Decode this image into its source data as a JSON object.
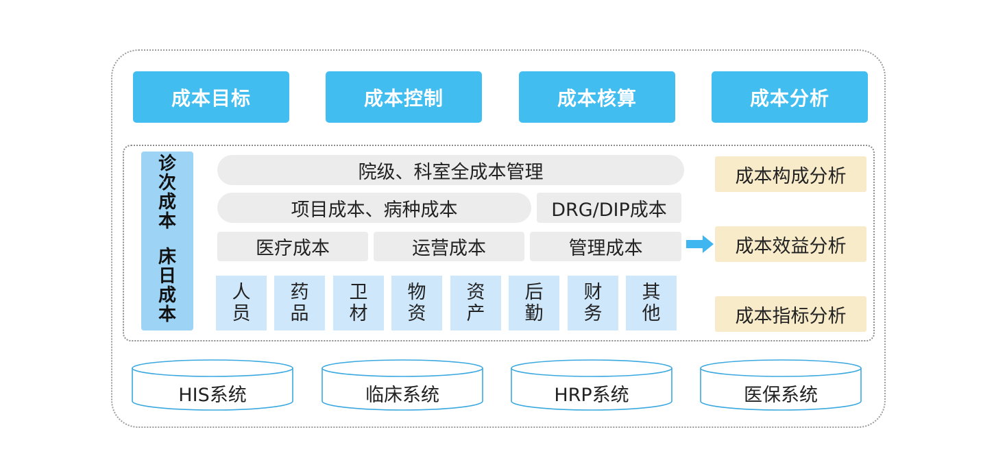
{
  "top_modules": [
    "成本目标",
    "成本控制",
    "成本核算",
    "成本分析"
  ],
  "cost_unit": {
    "group1": [
      "诊",
      "次",
      "成",
      "本"
    ],
    "group2": [
      "床",
      "日",
      "成",
      "本"
    ]
  },
  "management_rows": {
    "hospital": "院级、科室全成本管理",
    "project": "项目成本、病种成本",
    "drg": "DRG/DIP成本",
    "medical": "医疗成本",
    "operation": "运营成本",
    "admin": "管理成本"
  },
  "resources": [
    [
      "人",
      "员"
    ],
    [
      "药",
      "品"
    ],
    [
      "卫",
      "材"
    ],
    [
      "物",
      "资"
    ],
    [
      "资",
      "产"
    ],
    [
      "后",
      "勤"
    ],
    [
      "财",
      "务"
    ],
    [
      "其",
      "他"
    ]
  ],
  "analysis": [
    "成本构成分析",
    "成本效益分析",
    "成本指标分析"
  ],
  "systems": [
    "HIS系统",
    "临床系统",
    "HRP系统",
    "医保系统"
  ],
  "colors": {
    "module_blue": "#42bdf0",
    "bar_blue": "#9dd3f4",
    "resource_blue": "#cfe7fb",
    "pill_gray": "#ececec",
    "analysis_beige": "#f8ebc9",
    "arrow_blue": "#3fb6ef",
    "cylinder_stroke": "#3aa8e0"
  }
}
